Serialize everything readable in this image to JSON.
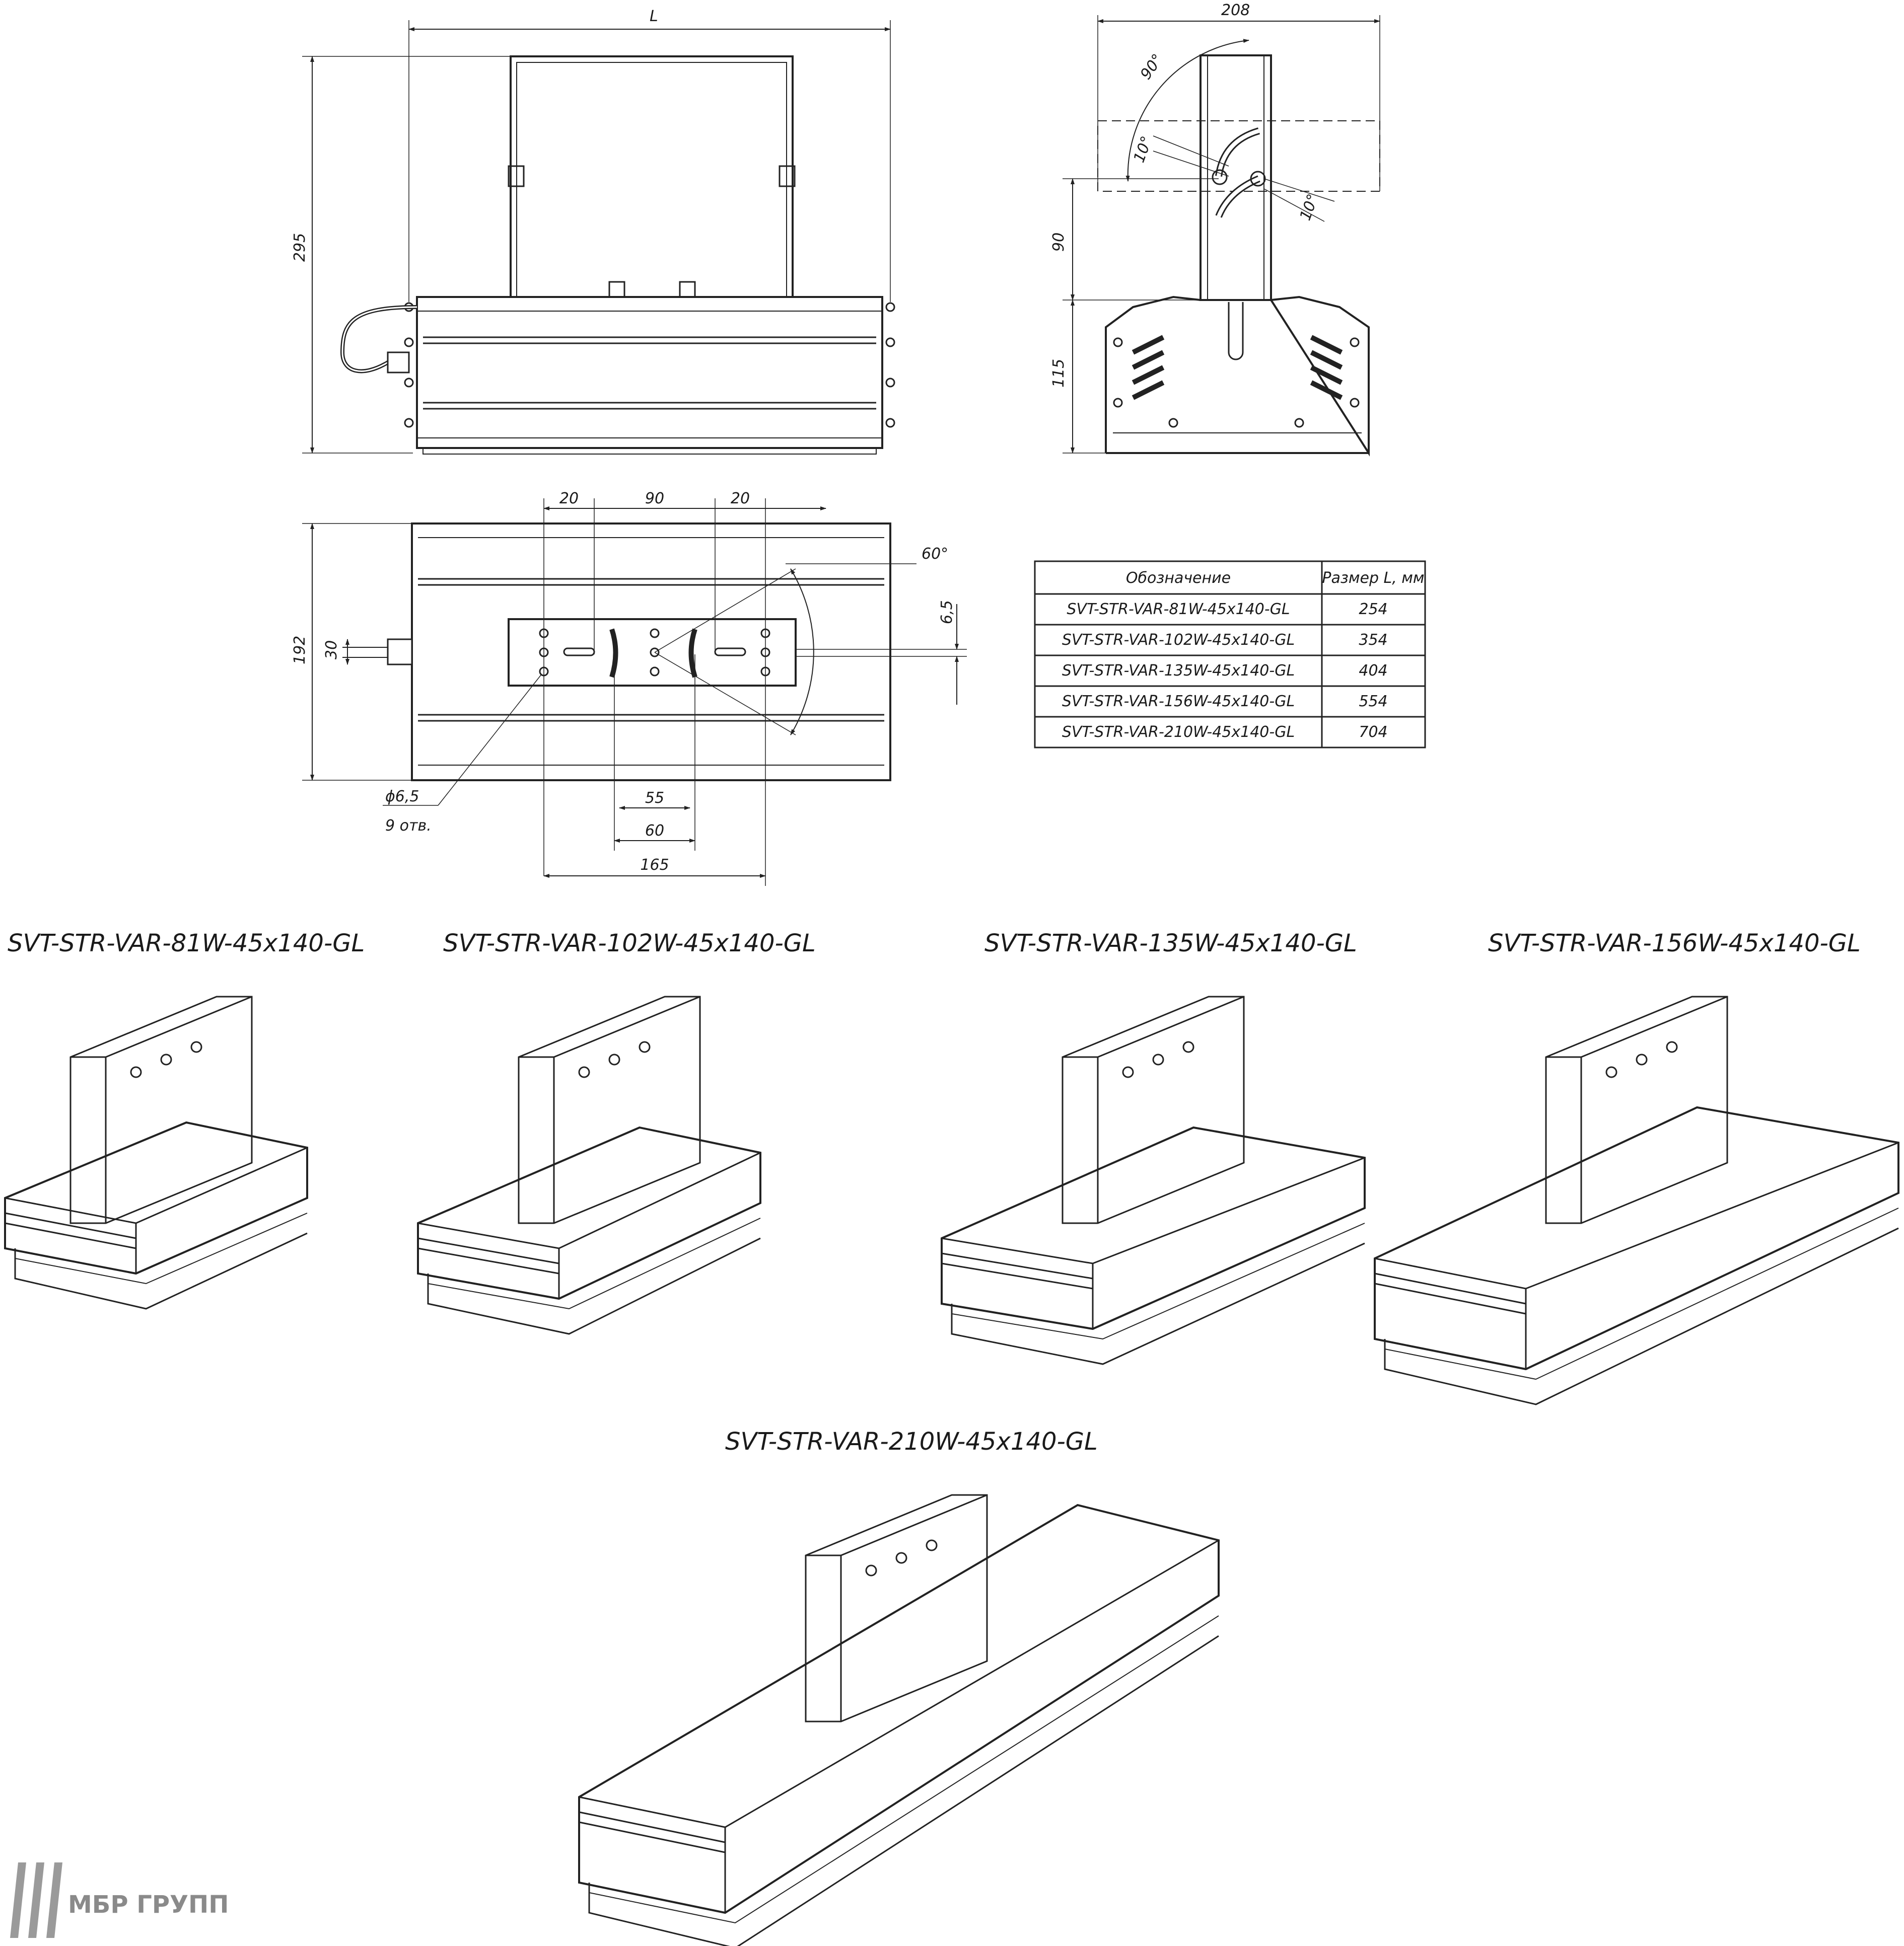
{
  "front_view": {
    "dim_length": "L",
    "dim_height": "295"
  },
  "side_view": {
    "dim_width": "208",
    "angle_90": "90°",
    "angle_10_top": "10°",
    "angle_10_side": "10°",
    "dim_bracket": "90",
    "dim_body": "115"
  },
  "plan_view": {
    "dim_20_left": "20",
    "dim_90": "90",
    "dim_20_right": "20",
    "angle_60": "60°",
    "dim_6_5": "6,5",
    "dim_192": "192",
    "dim_30": "30",
    "hole_diameter": "ϕ6,5",
    "hole_count": "9 отв.",
    "dim_55": "55",
    "dim_60": "60",
    "dim_165": "165"
  },
  "size_table": {
    "header_model": "Обозначение",
    "header_size": "Размер L, мм",
    "rows": [
      {
        "model": "SVT-STR-VAR-81W-45x140-GL",
        "size": "254"
      },
      {
        "model": "SVT-STR-VAR-102W-45x140-GL",
        "size": "354"
      },
      {
        "model": "SVT-STR-VAR-135W-45x140-GL",
        "size": "404"
      },
      {
        "model": "SVT-STR-VAR-156W-45x140-GL",
        "size": "554"
      },
      {
        "model": "SVT-STR-VAR-210W-45x140-GL",
        "size": "704"
      }
    ]
  },
  "variants": [
    {
      "title": "SVT-STR-VAR-81W-45x140-GL"
    },
    {
      "title": "SVT-STR-VAR-102W-45x140-GL"
    },
    {
      "title": "SVT-STR-VAR-135W-45x140-GL"
    },
    {
      "title": "SVT-STR-VAR-156W-45x140-GL"
    },
    {
      "title": "SVT-STR-VAR-210W-45x140-GL"
    }
  ],
  "watermark": {
    "text": "МБР ГРУПП"
  }
}
